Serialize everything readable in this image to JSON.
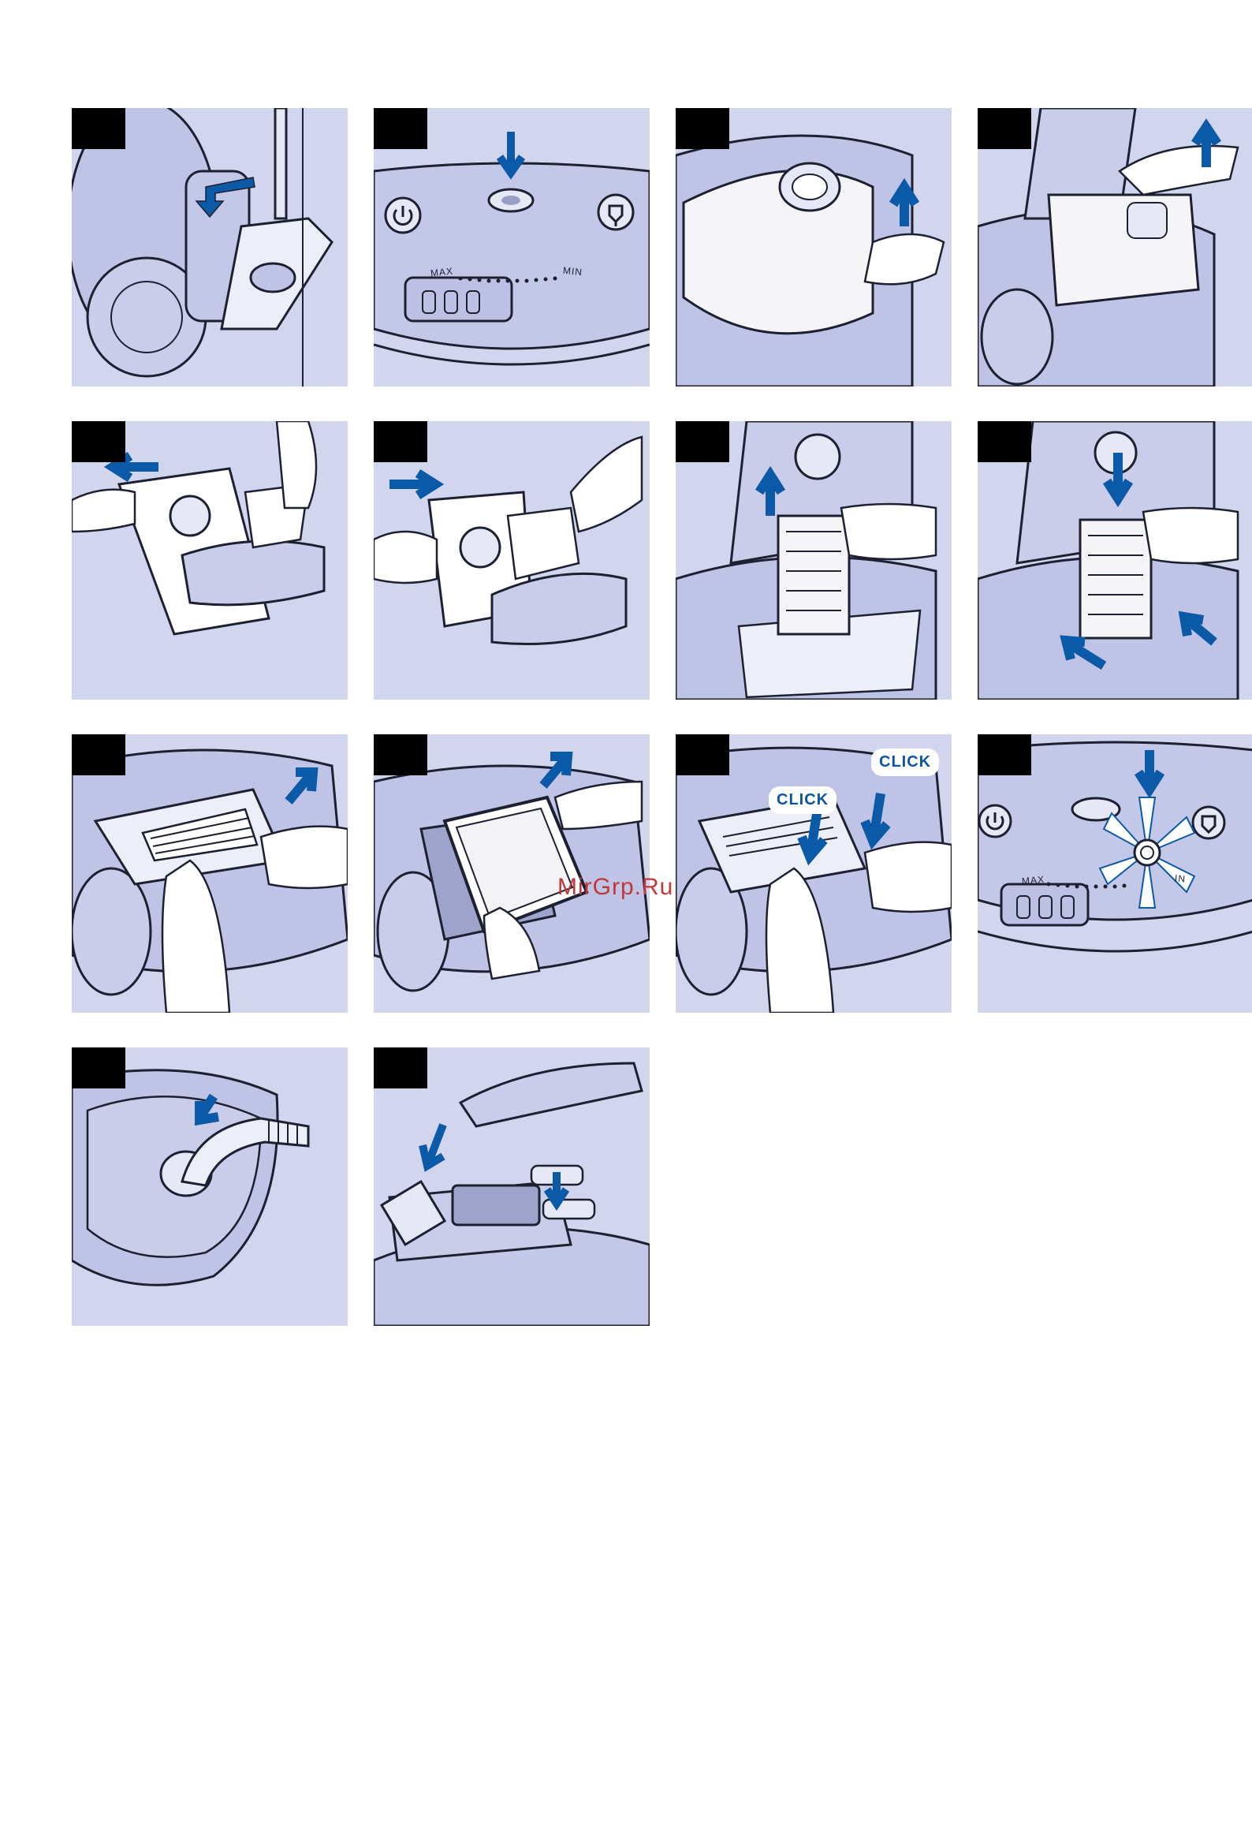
{
  "colors": {
    "panel_bg": "#d2d5ee",
    "arrow_blue": "#0b5aa8",
    "line": "#1c2030",
    "number_box": "#000000"
  },
  "panels": [
    {
      "id": 1,
      "scene": "vacuum-side-hose-parking"
    },
    {
      "id": 2,
      "scene": "control-panel-bag-indicator",
      "max_label": "MAX",
      "min_label": "MIN"
    },
    {
      "id": 3,
      "scene": "open-cover"
    },
    {
      "id": 4,
      "scene": "lift-bag-holder"
    },
    {
      "id": 5,
      "scene": "remove-bag"
    },
    {
      "id": 6,
      "scene": "insert-bag"
    },
    {
      "id": 7,
      "scene": "remove-motor-filter"
    },
    {
      "id": 8,
      "scene": "insert-motor-filter"
    },
    {
      "id": 9,
      "scene": "remove-exhaust-grille"
    },
    {
      "id": 10,
      "scene": "remove-exhaust-filter"
    },
    {
      "id": 11,
      "scene": "refit-grille-click",
      "click_1": "CLICK",
      "click_2": "CLICK"
    },
    {
      "id": 12,
      "scene": "control-panel-indicator-light",
      "max_label": "MAX",
      "min_label": "IN"
    },
    {
      "id": 13,
      "scene": "connect-hose"
    },
    {
      "id": 14,
      "scene": "battery-compartment"
    }
  ],
  "watermark": "MirGrp.Ru"
}
